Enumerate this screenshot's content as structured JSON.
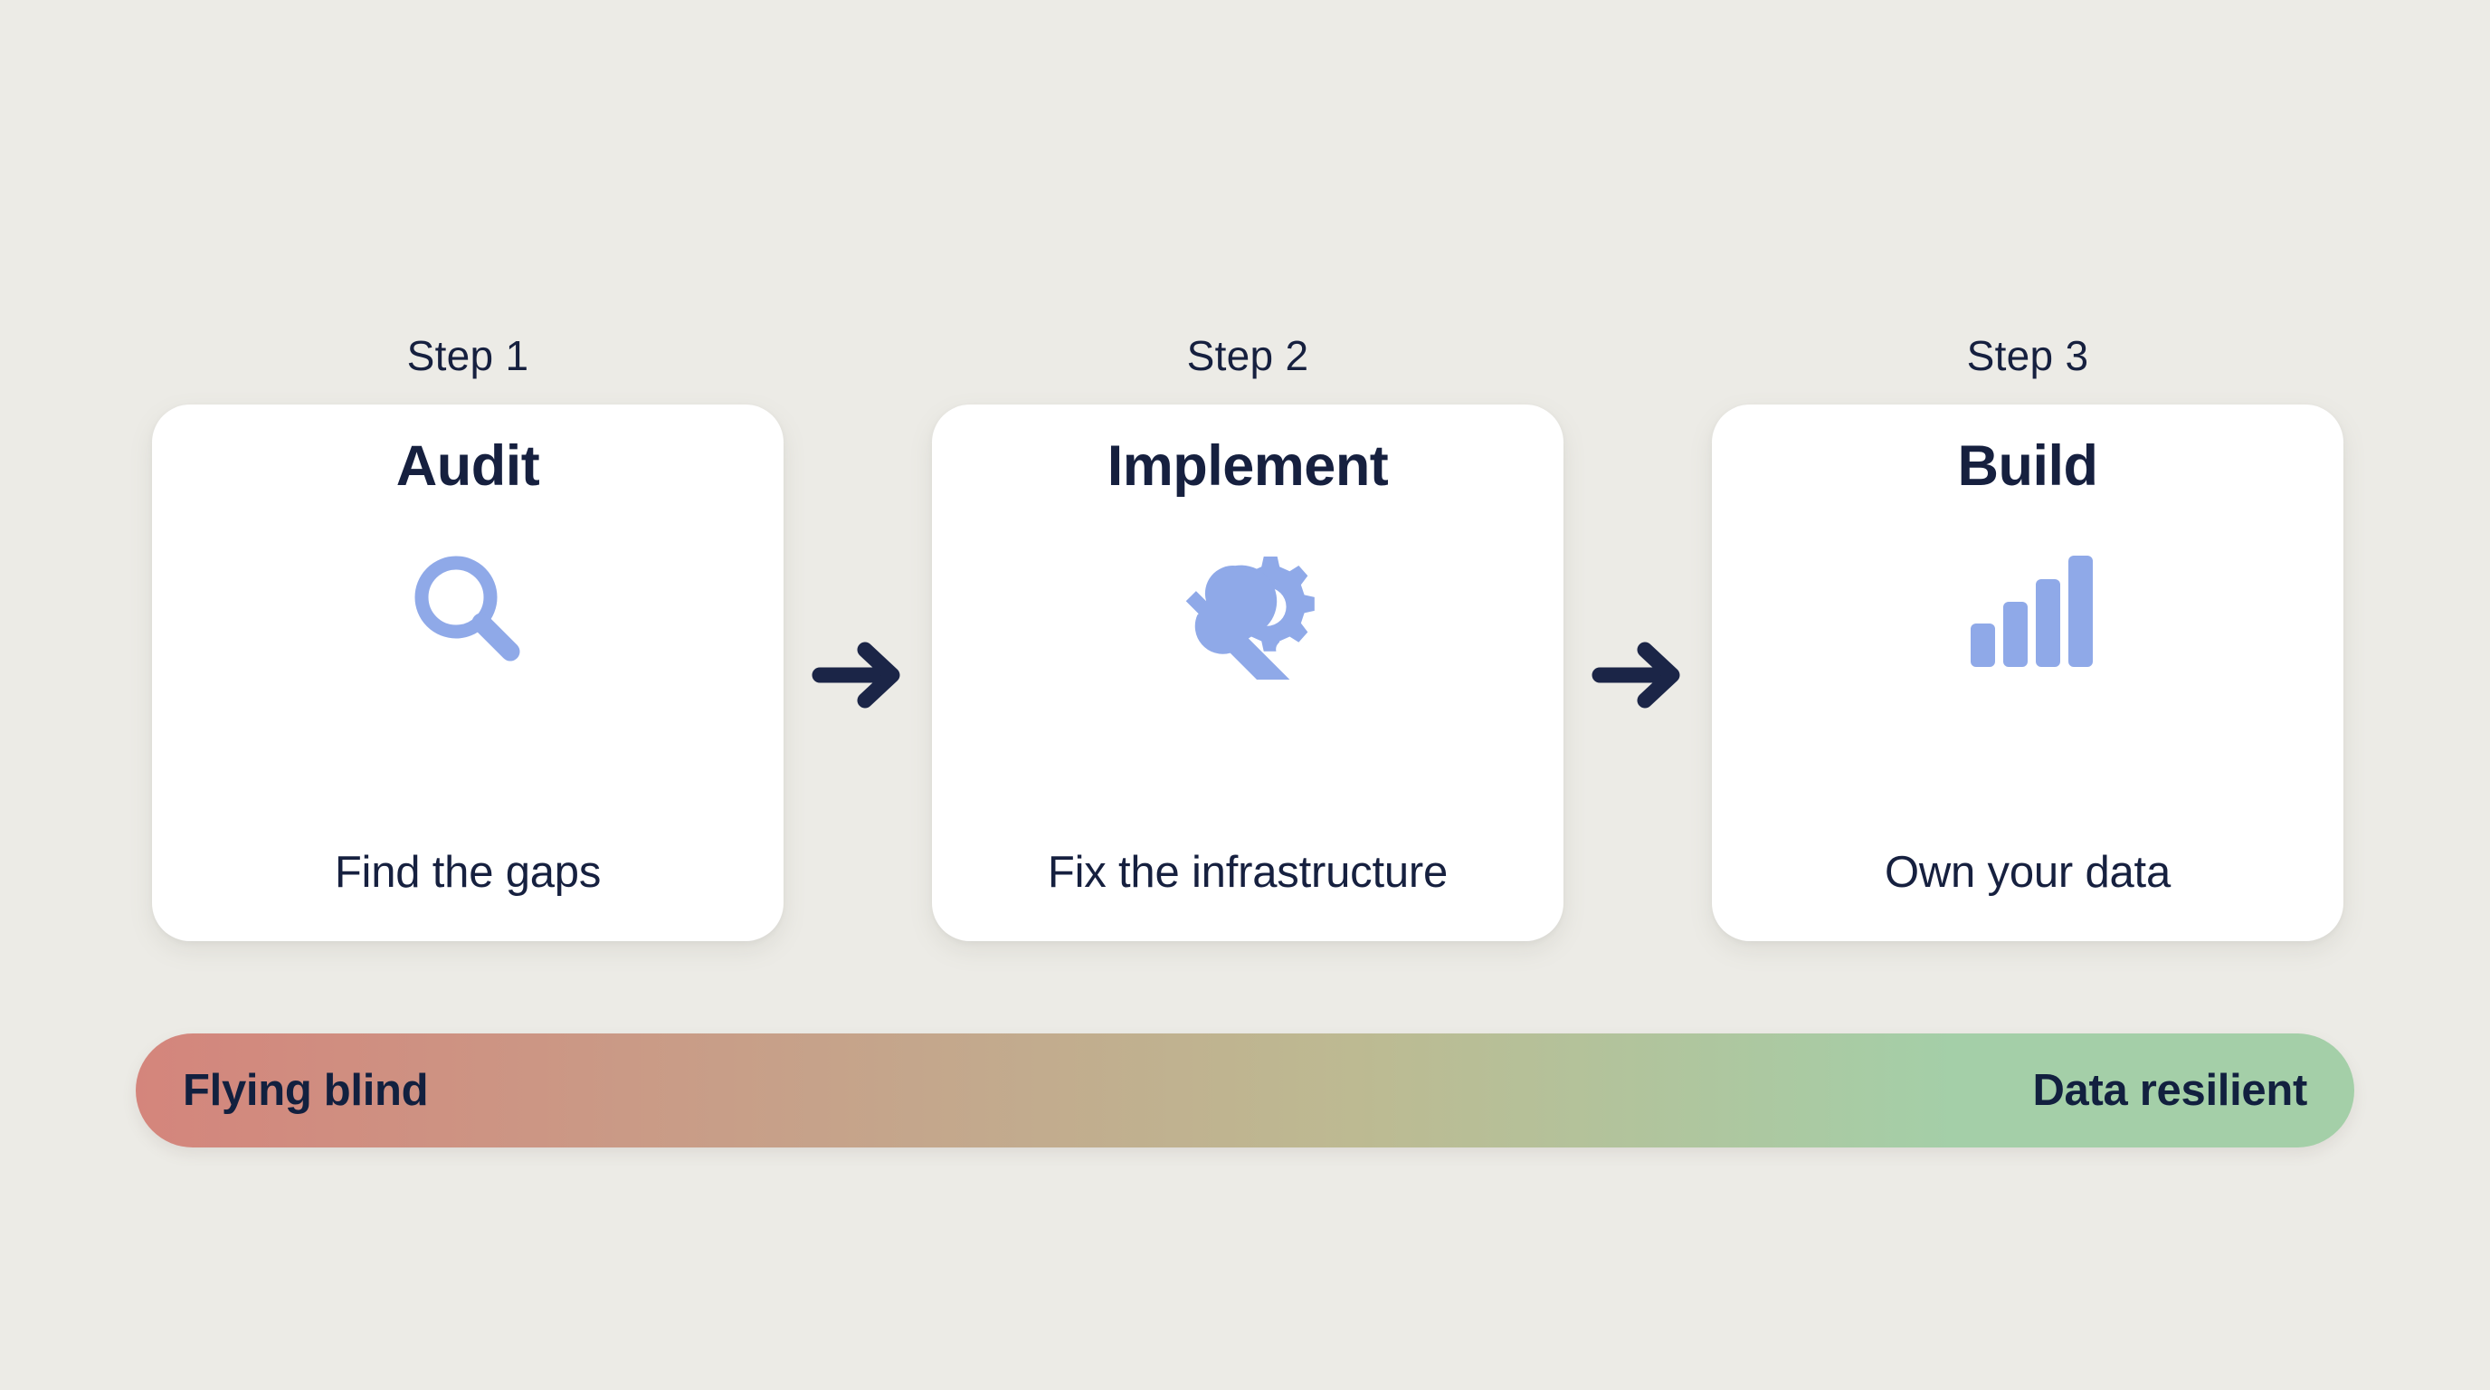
{
  "canvas": {
    "background_color": "#ECEBE6",
    "accent_icon_color": "#8FA9E8",
    "text_color": "#16203F",
    "card_color": "#FFFFFF"
  },
  "steps": [
    {
      "step_label": "Step 1",
      "title": "Audit",
      "icon": "magnifying-glass-icon",
      "caption": "Find the gaps"
    },
    {
      "step_label": "Step 2",
      "title": "Implement",
      "icon": "wrench-and-gear-icon",
      "caption": "Fix the infrastructure"
    },
    {
      "step_label": "Step 3",
      "title": "Build",
      "icon": "bar-chart-icon",
      "caption": "Own your data"
    }
  ],
  "arrows": [
    {
      "icon": "arrow-right-icon"
    },
    {
      "icon": "arrow-right-icon"
    }
  ],
  "spectrum": {
    "start_label": "Flying blind",
    "end_label": "Data resilient",
    "start_color": "#D4857C",
    "mid_color": "#C3A98D",
    "mid2_color": "#BDBA92",
    "end_color": "#A4CFA8"
  }
}
